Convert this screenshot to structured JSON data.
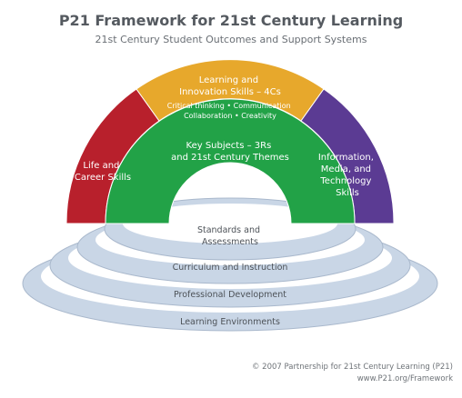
{
  "header": {
    "title": "P21 Framework for 21st Century Learning",
    "subtitle": "21st Century Student Outcomes and Support Systems"
  },
  "arch": {
    "life_career": [
      "Life and",
      "Career Skills"
    ],
    "learning_innovation": {
      "title": [
        "Learning and",
        "Innovation Skills – 4Cs"
      ],
      "details": [
        "Critical thinking • Communication",
        "Collaboration • Creativity"
      ]
    },
    "info_media_tech": [
      "Information,",
      "Media, and",
      "Technology",
      "Skills"
    ],
    "key_subjects": [
      "Key Subjects – 3Rs",
      "and 21st Century Themes"
    ]
  },
  "support_systems": {
    "standards": [
      "Standards and",
      "Assessments"
    ],
    "curriculum": "Curriculum and Instruction",
    "professional_dev": "Professional Development",
    "environments": "Learning Environments"
  },
  "colors": {
    "red": "#b8202c",
    "orange": "#e7a82c",
    "purple": "#5b3b93",
    "green": "#22a247",
    "ring": "#c9d6e6"
  },
  "footer": {
    "copyright": "© 2007  Partnership for 21st Century Learning (P21)",
    "url": "www.P21.org/Framework"
  }
}
